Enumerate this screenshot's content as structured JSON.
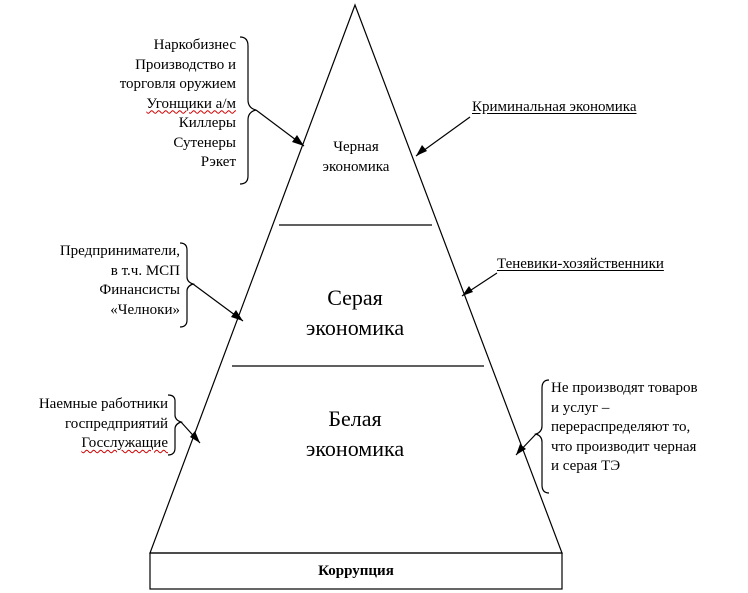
{
  "pyramid": {
    "tiers": {
      "black": [
        "Черная",
        "экономика"
      ],
      "gray": [
        "Серая",
        "экономика"
      ],
      "white": [
        "Белая",
        "экономика"
      ]
    },
    "base_label": "Коррупция"
  },
  "left_groups": {
    "black": [
      "Наркобизнес",
      "Производство и",
      "торговля оружием",
      "Угонщики а/м",
      "Киллеры",
      "Сутенеры",
      "Рэкет"
    ],
    "gray": [
      "Предприниматели,",
      "в т.ч. МСП",
      "Финансисты",
      "«Челноки»"
    ],
    "white": [
      "Наемные работники",
      "госпредприятий",
      "Госслужащие"
    ]
  },
  "right_labels": {
    "criminal": "Криминальная экономика",
    "shadow": "Теневики-хозяйственники",
    "note": [
      "Не производят товаров",
      "и услуг –",
      "перераспределяют то,",
      "что производит черная",
      "и серая ТЭ"
    ]
  }
}
